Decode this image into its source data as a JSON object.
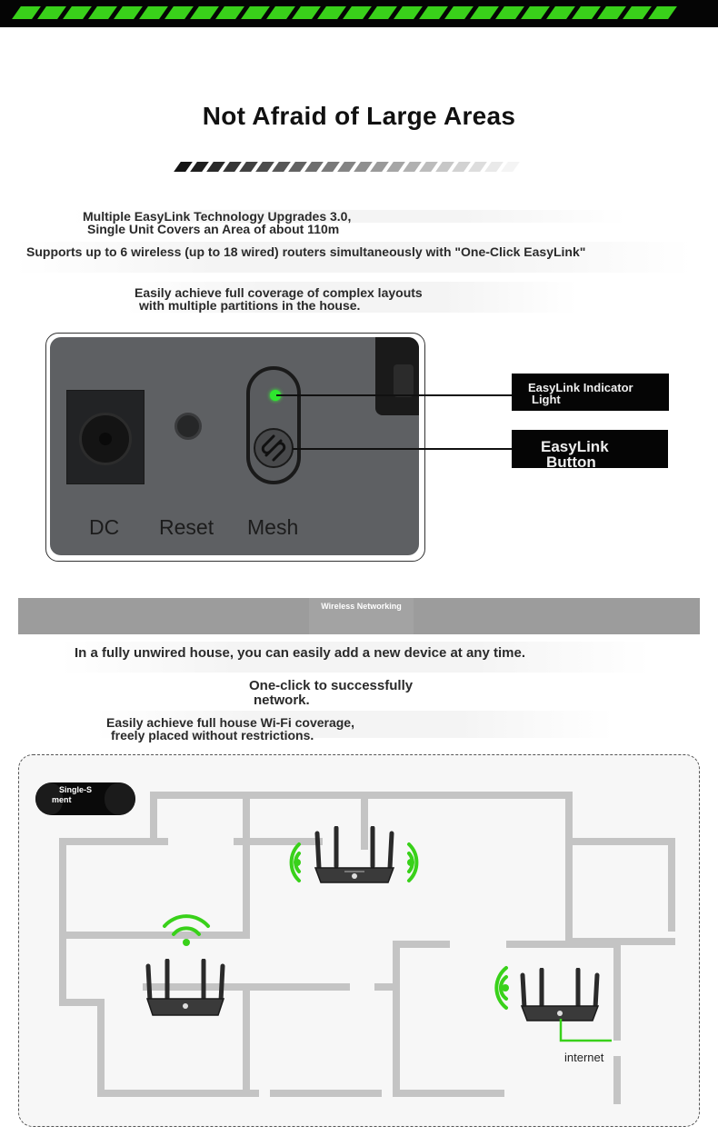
{
  "colors": {
    "accent_green": "#39d11a",
    "led_green": "#2ee62e",
    "band_gray": "#9c9c9c",
    "wall_gray": "#bdbdbd",
    "panel_gray": "#5e6063"
  },
  "header": {
    "title": "Not Afraid of Large Areas"
  },
  "intro": {
    "line1": "Multiple EasyLink Technology Upgrades 3.0,",
    "line2": "Single Unit Covers an Area of about 110m",
    "line3": "Supports up to 6 wireless (up to 18 wired) routers simultaneously with \"One-Click EasyLink\"",
    "line4": "Easily achieve full coverage of complex layouts",
    "line5": "with multiple partitions in the house."
  },
  "panel": {
    "dc_label": "DC",
    "reset_label": "Reset",
    "mesh_label": "Mesh",
    "callout_indicator_line1": "EasyLink Indicator",
    "callout_indicator_line2": "Light",
    "callout_button_line1": "EasyLink",
    "callout_button_line2": "Button"
  },
  "networking": {
    "band_label": "Wireless Networking",
    "line1": "In a fully unwired house, you can easily add a new device at any time.",
    "line2": "One-click to successfully",
    "line3": "network.",
    "line4": "Easily achieve full house Wi-Fi coverage,",
    "line5": "freely placed without restrictions."
  },
  "floorplan": {
    "badge_line1": "Single-S",
    "badge_line2": "ment",
    "internet_label": "internet",
    "icons": [
      "router-icon",
      "wifi-signal-icon"
    ]
  }
}
